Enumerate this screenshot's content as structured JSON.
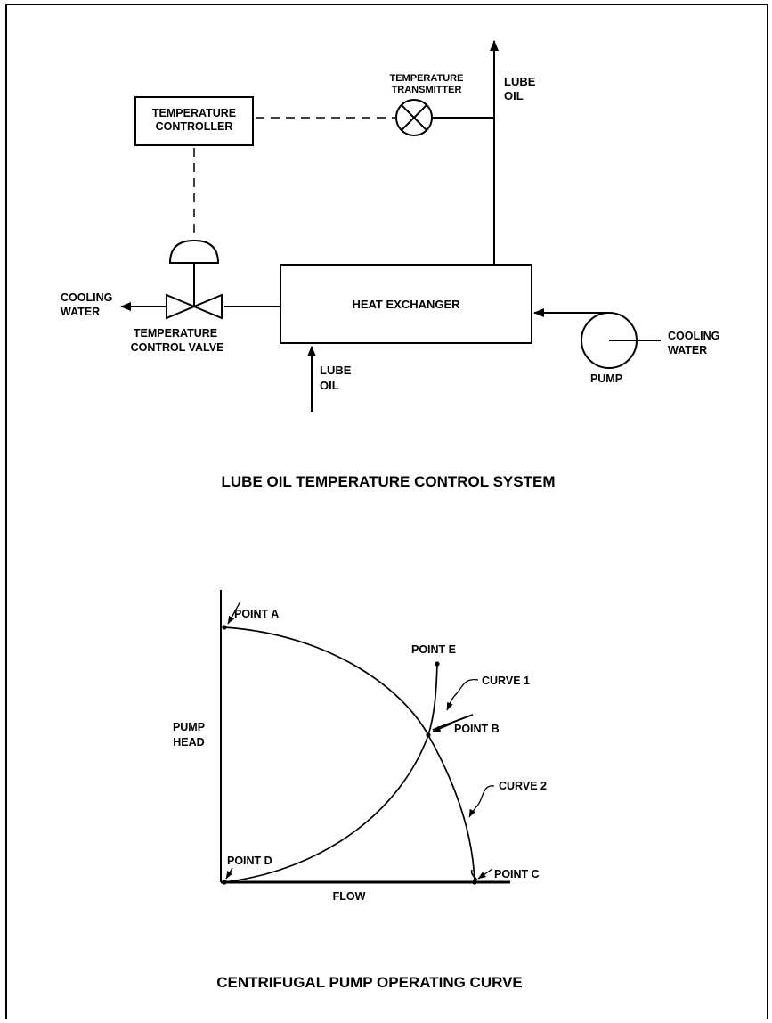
{
  "system": {
    "title": "LUBE OIL TEMPERATURE CONTROL SYSTEM",
    "temperature_controller": [
      "TEMPERATURE",
      "CONTROLLER"
    ],
    "temperature_transmitter": [
      "TEMPERATURE",
      "TRANSMITTER"
    ],
    "lube_oil_out": [
      "LUBE",
      "OIL"
    ],
    "lube_oil_in": [
      "LUBE",
      "OIL"
    ],
    "heat_exchanger": "HEAT EXCHANGER",
    "cooling_water_out": [
      "COOLING",
      "WATER"
    ],
    "cooling_water_in": [
      "COOLING",
      "WATER"
    ],
    "control_valve": [
      "TEMPERATURE",
      "CONTROL VALVE"
    ],
    "pump": "PUMP"
  },
  "curve": {
    "title": "CENTRIFUGAL PUMP OPERATING CURVE",
    "y_axis": [
      "PUMP",
      "HEAD"
    ],
    "x_axis": "FLOW",
    "point_a": "POINT A",
    "point_b": "POINT B",
    "point_c": "POINT C",
    "point_d": "POINT D",
    "point_e": "POINT E",
    "curve_1": "CURVE 1",
    "curve_2": "CURVE 2"
  }
}
